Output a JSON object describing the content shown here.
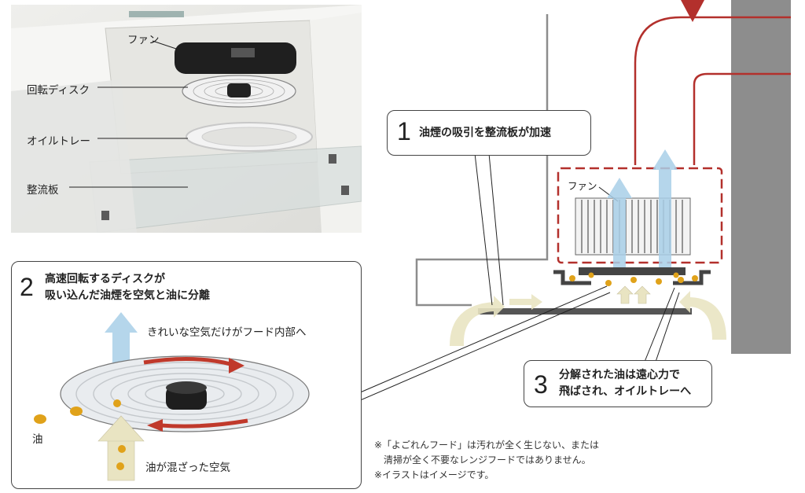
{
  "photo": {
    "labels": {
      "fan": "ファン",
      "disc": "回転ディスク",
      "tray": "オイルトレー",
      "baffle": "整流板"
    }
  },
  "step1": {
    "num": "1",
    "text": "油煙の吸引を整流板が加速"
  },
  "step2": {
    "num": "2",
    "line1": "高速回転するディスクが",
    "line2": "吸い込んだ油煙を空気と油に分離",
    "clean_air": "きれいな空気だけがフード内部へ",
    "oil": "油",
    "mixed_air": "油が混ざった空気"
  },
  "step3": {
    "num": "3",
    "line1": "分解された油は遠心力で",
    "line2": "飛ばされ、オイルトレーへ"
  },
  "hood": {
    "fan_label": "ファン"
  },
  "notes": {
    "line1": "※「よごれんフード」は汚れが全く生じない、または",
    "line2": "清掃が全く不要なレンジフードではありません。",
    "line3": "※イラストはイメージです。"
  },
  "colors": {
    "duct_red": "#b3302c",
    "wall_gray": "#8d8d8d",
    "air_blue": "#a9cfe8",
    "oil_yellow": "#e0a21a",
    "inflow_cream": "#e9e4c2"
  }
}
